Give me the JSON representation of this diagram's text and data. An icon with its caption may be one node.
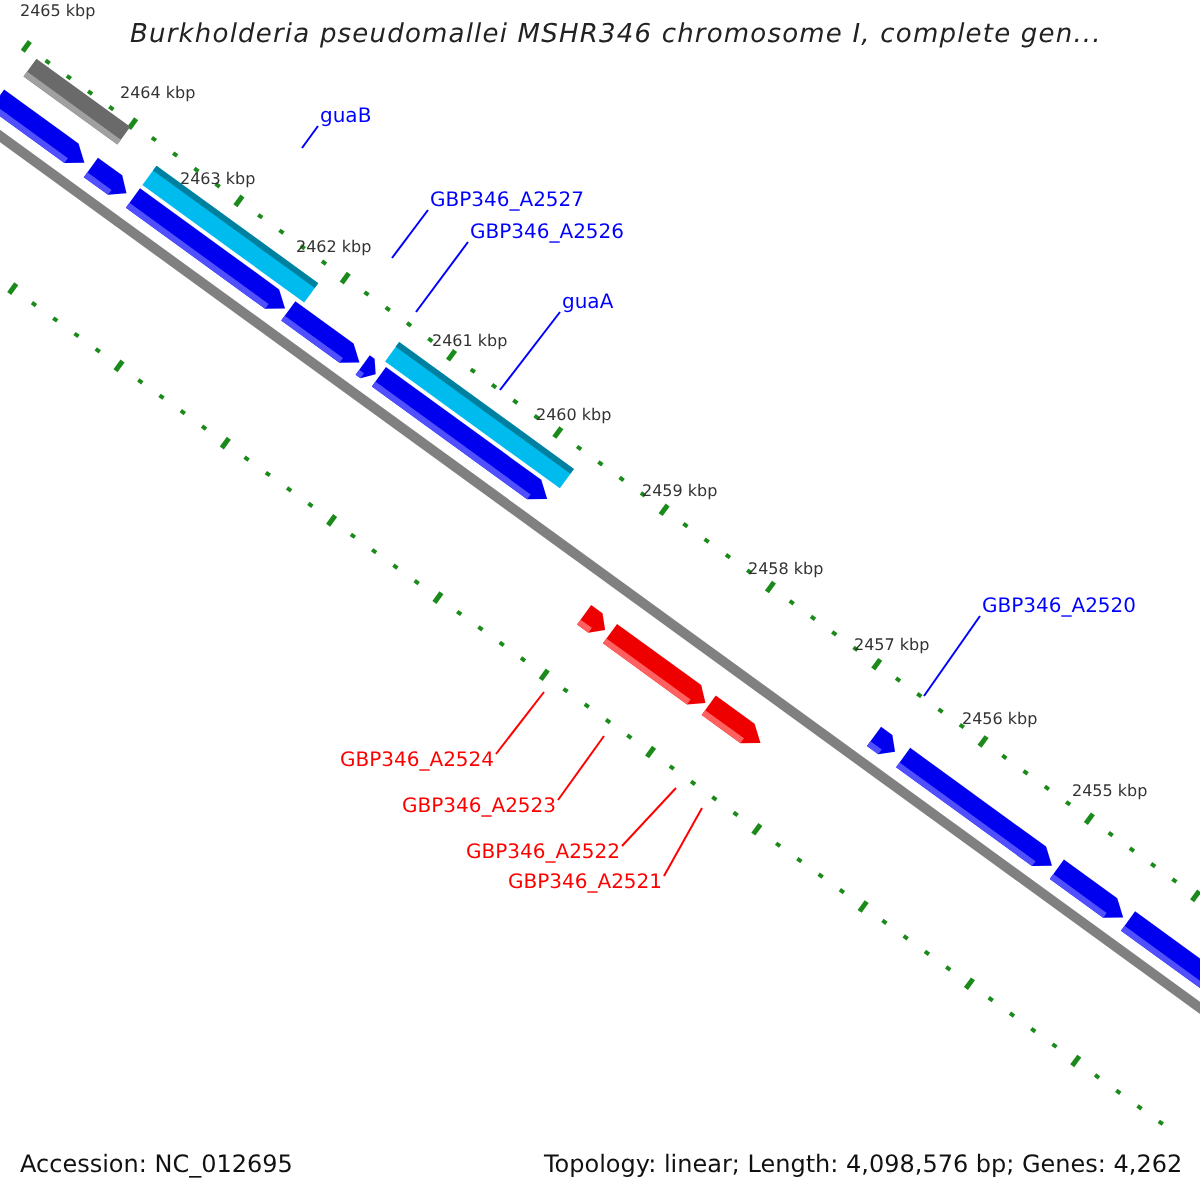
{
  "diagram": {
    "title": "Burkholderia pseudomallei MSHR346 chromosome I, complete gen...",
    "nodes": [
      {
        "text": [
          "guaB"
        ]
      },
      {
        "text": [
          "GBP346_A2527"
        ]
      },
      {
        "text": [
          "GBP346_A2526"
        ]
      },
      {
        "text": [
          "guaA"
        ]
      },
      {
        "text": [
          "GBP346_A2520"
        ]
      },
      {
        "text": [
          "GBP346_A2524"
        ]
      },
      {
        "text": [
          "GBP346_A2523"
        ]
      },
      {
        "text": [
          "GBP346_A2522"
        ]
      },
      {
        "text": [
          "GBP346_A2521"
        ]
      }
    ],
    "edges": [
      {
        "from": 0,
        "to": null,
        "arrow": "none"
      },
      {
        "from": 1,
        "to": null,
        "arrow": "none"
      },
      {
        "from": 2,
        "to": null,
        "arrow": "none"
      },
      {
        "from": 3,
        "to": null,
        "arrow": "none"
      },
      {
        "from": 4,
        "to": null,
        "arrow": "none"
      },
      {
        "from": 5,
        "to": null,
        "arrow": "none",
        "color": "#ff0000"
      },
      {
        "from": 6,
        "to": null,
        "arrow": "none",
        "color": "#ff0000"
      },
      {
        "from": 7,
        "to": null,
        "arrow": "none",
        "color": "#ff0000"
      },
      {
        "from": 8,
        "to": null,
        "arrow": "none",
        "color": "#ff0000"
      }
    ],
    "labels": [
      "2465 kbp",
      "2464 kbp",
      "2463 kbp",
      "2462 kbp",
      "2461 kbp",
      "2460 kbp",
      "2459 kbp",
      "2458 kbp",
      "2457 kbp",
      "2456 kbp",
      "2455 kbp",
      "Accession: NC_012695",
      "Topology: linear; Length: 4,098,576 bp; Genes: 4,262"
    ]
  }
}
